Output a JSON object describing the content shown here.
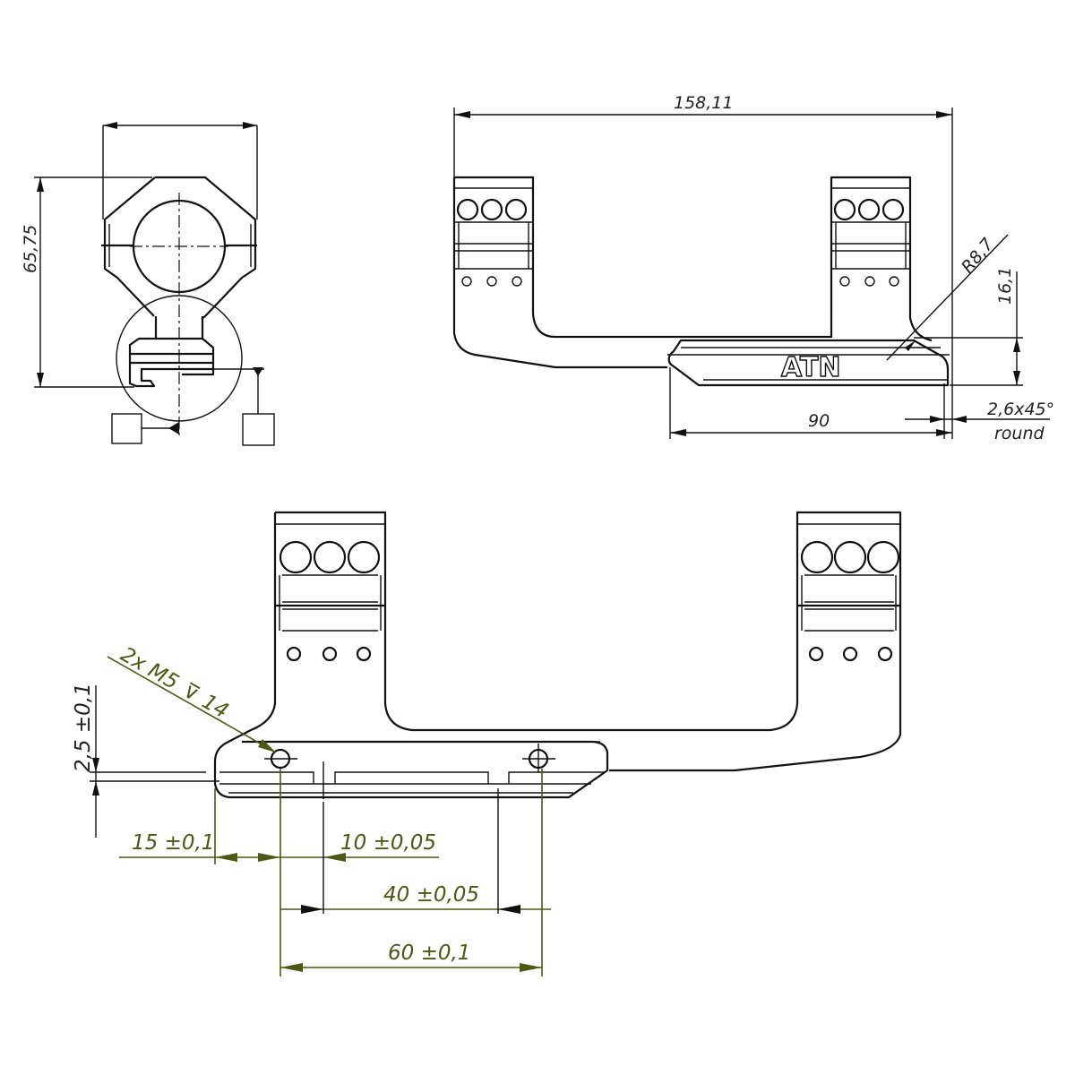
{
  "colors": {
    "line": "#111111",
    "annotation": "#4a5a14"
  },
  "end_view": {
    "height_dim": "65,75"
  },
  "side_view": {
    "length_dim": "158,11",
    "radius_dim": "R8,7",
    "height_dim": "16,1",
    "chamfer_dim": "2,6x45°",
    "chamfer_note": "round",
    "rail_length_dim": "90",
    "logo": "ATN"
  },
  "front_view": {
    "thread_callout": "2x M5",
    "thread_depth": "14",
    "step_dim": "2,5 ±0,1",
    "offset_dim": "15 ±0,1",
    "slot_dim": "10 ±0,05",
    "slot_spacing_dim": "40 ±0,05",
    "hole_spacing_dim": "60 ±0,1"
  }
}
